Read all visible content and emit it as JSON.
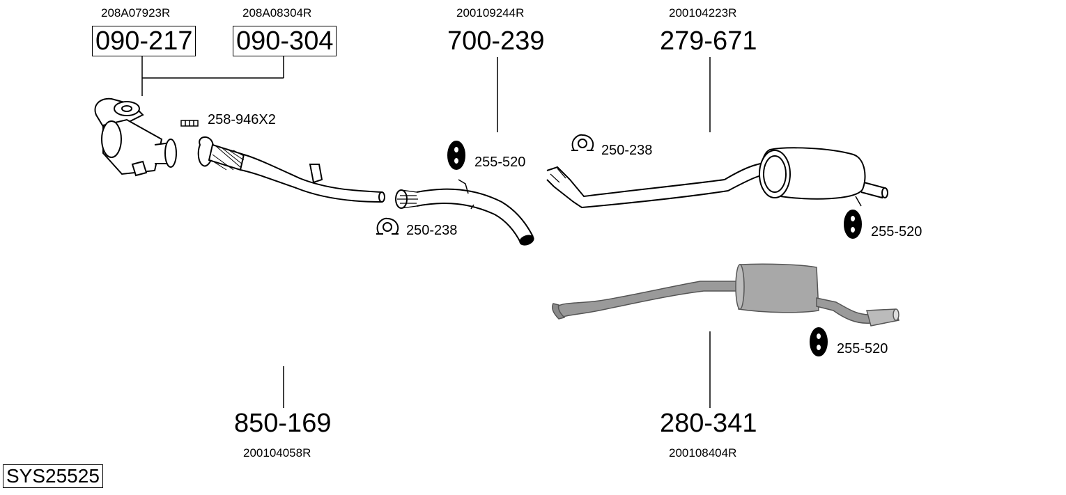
{
  "system_code": "SYS25525",
  "parts": [
    {
      "id": "cat1",
      "part_number": "090-217",
      "oem": "208A07923R"
    },
    {
      "id": "cat2",
      "part_number": "090-304",
      "oem": "208A08304R"
    },
    {
      "id": "middle",
      "part_number": "700-239",
      "oem": "200109244R"
    },
    {
      "id": "rear1",
      "part_number": "279-671",
      "oem": "200104223R"
    },
    {
      "id": "front",
      "part_number": "850-169",
      "oem": "200104058R"
    },
    {
      "id": "rear2",
      "part_number": "280-341",
      "oem": "200108404R"
    }
  ],
  "accessories": [
    {
      "id": "gasket",
      "label": "258-946X2"
    },
    {
      "id": "hanger1",
      "label": "255-520"
    },
    {
      "id": "clamp1",
      "label": "250-238"
    },
    {
      "id": "clamp2",
      "label": "250-238"
    },
    {
      "id": "hanger2",
      "label": "255-520"
    },
    {
      "id": "hanger3",
      "label": "255-520"
    }
  ]
}
